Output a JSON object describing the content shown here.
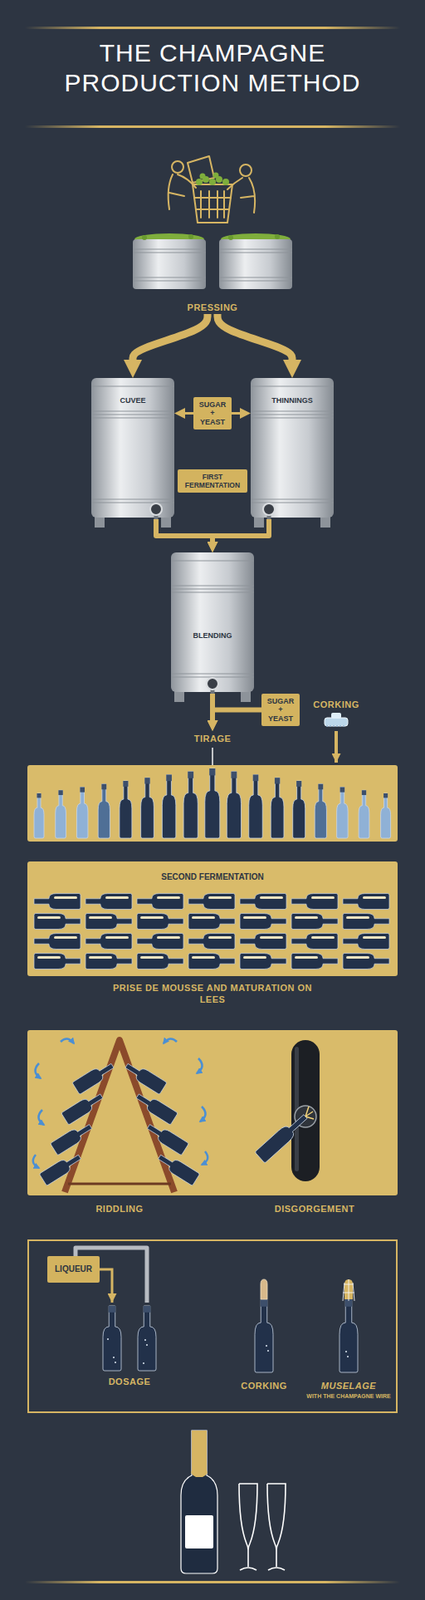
{
  "diagram": {
    "title": "THE CHAMPAGNE PRODUCTION METHOD",
    "nodes": [
      {
        "text": [
          "PRESSING"
        ]
      },
      {
        "text": [
          "CUVEE"
        ]
      },
      {
        "text": [
          "THINNINGS"
        ]
      },
      {
        "text": [
          "SUGAR + YEAST"
        ]
      },
      {
        "text": [
          "FIRST FERMENTATION"
        ]
      },
      {
        "text": [
          "BLENDING"
        ]
      },
      {
        "text": [
          "SUGAR + YEAST"
        ]
      },
      {
        "text": [
          "TIRAGE"
        ]
      },
      {
        "text": [
          "SECOND FERMENTATION",
          "PRISE DE MOUSSE AND MATURATION ON LEES"
        ]
      },
      {
        "text": [
          "RIDDLING",
          "DISGORGEMENT"
        ]
      },
      {
        "text": [
          "DOSAGE",
          "CORKING",
          "MUSELAGE",
          "WITH THE CHAMPAGNE WIRE"
        ]
      },
      {
        "text": [
          "LIQUEUR"
        ],
        "in": 10
      }
    ],
    "edges": [
      {
        "from": 0,
        "to": 1,
        "arrow": "to"
      },
      {
        "from": 0,
        "to": 2,
        "arrow": "to"
      },
      {
        "from": 3,
        "to": 1,
        "arrow": "to"
      },
      {
        "from": 3,
        "to": 2,
        "arrow": "to"
      },
      {
        "from": 1,
        "to": 5,
        "arrow": "to"
      },
      {
        "from": 2,
        "to": 5,
        "arrow": "to"
      },
      {
        "from": 5,
        "to": 7,
        "arrow": "to"
      },
      {
        "from": 6,
        "to": 7,
        "arrow": "to"
      }
    ],
    "labels": [
      "CORKING"
    ]
  }
}
